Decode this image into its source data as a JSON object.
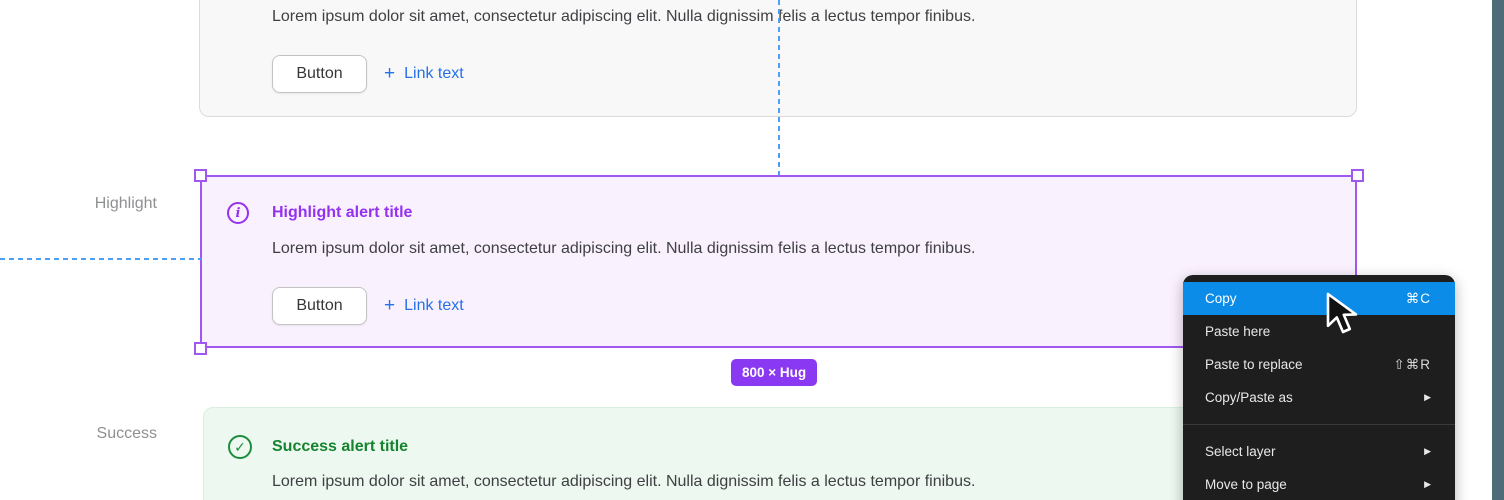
{
  "alerts": {
    "info": {
      "body": "Lorem ipsum dolor sit amet, consectetur adipiscing elit. Nulla dignissim felis a lectus tempor finibus.",
      "button": "Button",
      "link": "Link text"
    },
    "highlight": {
      "row_label": "Highlight",
      "title": "Highlight alert title",
      "body": "Lorem ipsum dolor sit amet, consectetur adipiscing elit. Nulla dignissim felis a lectus tempor finibus.",
      "button": "Button",
      "link": "Link text",
      "size_badge": "800 × Hug"
    },
    "success": {
      "row_label": "Success",
      "title": "Success alert title",
      "body": "Lorem ipsum dolor sit amet, consectetur adipiscing elit. Nulla dignissim felis a lectus tempor finibus."
    }
  },
  "icons": {
    "plus": "+",
    "info": "i",
    "check": "✓",
    "submenu_arrow": "▶"
  },
  "context_menu": {
    "items": [
      {
        "label": "Copy",
        "shortcut": "⌘C"
      },
      {
        "label": "Paste here",
        "shortcut": ""
      },
      {
        "label": "Paste to replace",
        "shortcut": "⇧⌘R"
      },
      {
        "label": "Copy/Paste as",
        "shortcut": ""
      },
      {
        "label": "Select layer",
        "shortcut": ""
      },
      {
        "label": "Move to page",
        "shortcut": ""
      }
    ]
  },
  "colors": {
    "highlight_purple": "#9632EE",
    "selection_purple": "#A158F0",
    "badge_purple": "#8A38F2",
    "success_green": "#16842F",
    "link_blue": "#2472E8",
    "menu_highlight_blue": "#0C8CE9",
    "guide_blue": "#4D9FF2",
    "strip_teal": "#4E6C77"
  }
}
